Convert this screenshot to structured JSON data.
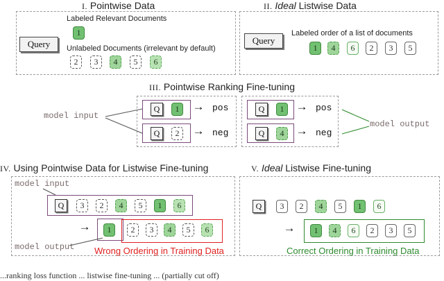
{
  "panel1": {
    "title_roman": "I.",
    "title": "Pointwise Data",
    "query": "Query",
    "relevant_label": "Labeled Relevant Documents",
    "relevant_docs": [
      "1"
    ],
    "unlabeled_label": "Unlabeled Documents (irrelevant by default)",
    "unlabeled_docs": [
      "2",
      "3",
      "4",
      "5",
      "6"
    ]
  },
  "panel2": {
    "title_roman": "II.",
    "title_italic": "Ideal",
    "title_rest": "Listwise Data",
    "query": "Query",
    "order_label": "Labeled order of a list of documents",
    "docs": [
      "1",
      "4",
      "6",
      "2",
      "3",
      "5"
    ]
  },
  "panel3": {
    "title_roman": "III.",
    "title": "Pointwise Ranking Fine-tuning",
    "model_input": "model input",
    "model_output": "model output",
    "q": "Q",
    "left_pos_doc": "1",
    "left_neg_doc": "2",
    "right_pos_doc": "1",
    "right_neg_doc": "4",
    "pos": "pos",
    "neg": "neg",
    "arrow": "→"
  },
  "panel4": {
    "title_roman": "IV.",
    "title": "Using Pointwise Data for Listwise Fine-tuning",
    "model_input": "model input",
    "model_output": "model output",
    "q": "Q",
    "input_docs": [
      "3",
      "2",
      "4",
      "5",
      "1",
      "6"
    ],
    "output_first": "1",
    "output_docs": [
      "2",
      "3",
      "4",
      "5",
      "6"
    ],
    "caption": "Wrong Ordering in Training Data",
    "arrow": "→"
  },
  "panel5": {
    "title_roman": "V.",
    "title_italic": "Ideal",
    "title_rest": "Listwise Fine-tuning",
    "q": "Q",
    "input_docs": [
      "3",
      "2",
      "4",
      "5",
      "1",
      "6"
    ],
    "output_docs": [
      "1",
      "4",
      "6",
      "2",
      "3",
      "5"
    ],
    "caption": "Correct Ordering in Training Data",
    "arrow": "→"
  },
  "colors": {
    "relevant_green": "#72c072",
    "light_green": "#b9e2b3",
    "frame_purple": "#7a4a7a",
    "wrong_red": "#e02020",
    "correct_green": "#2f8a2f"
  },
  "footer_text": "...ranking loss function ... listwise fine-tuning ... (partially cut off)"
}
